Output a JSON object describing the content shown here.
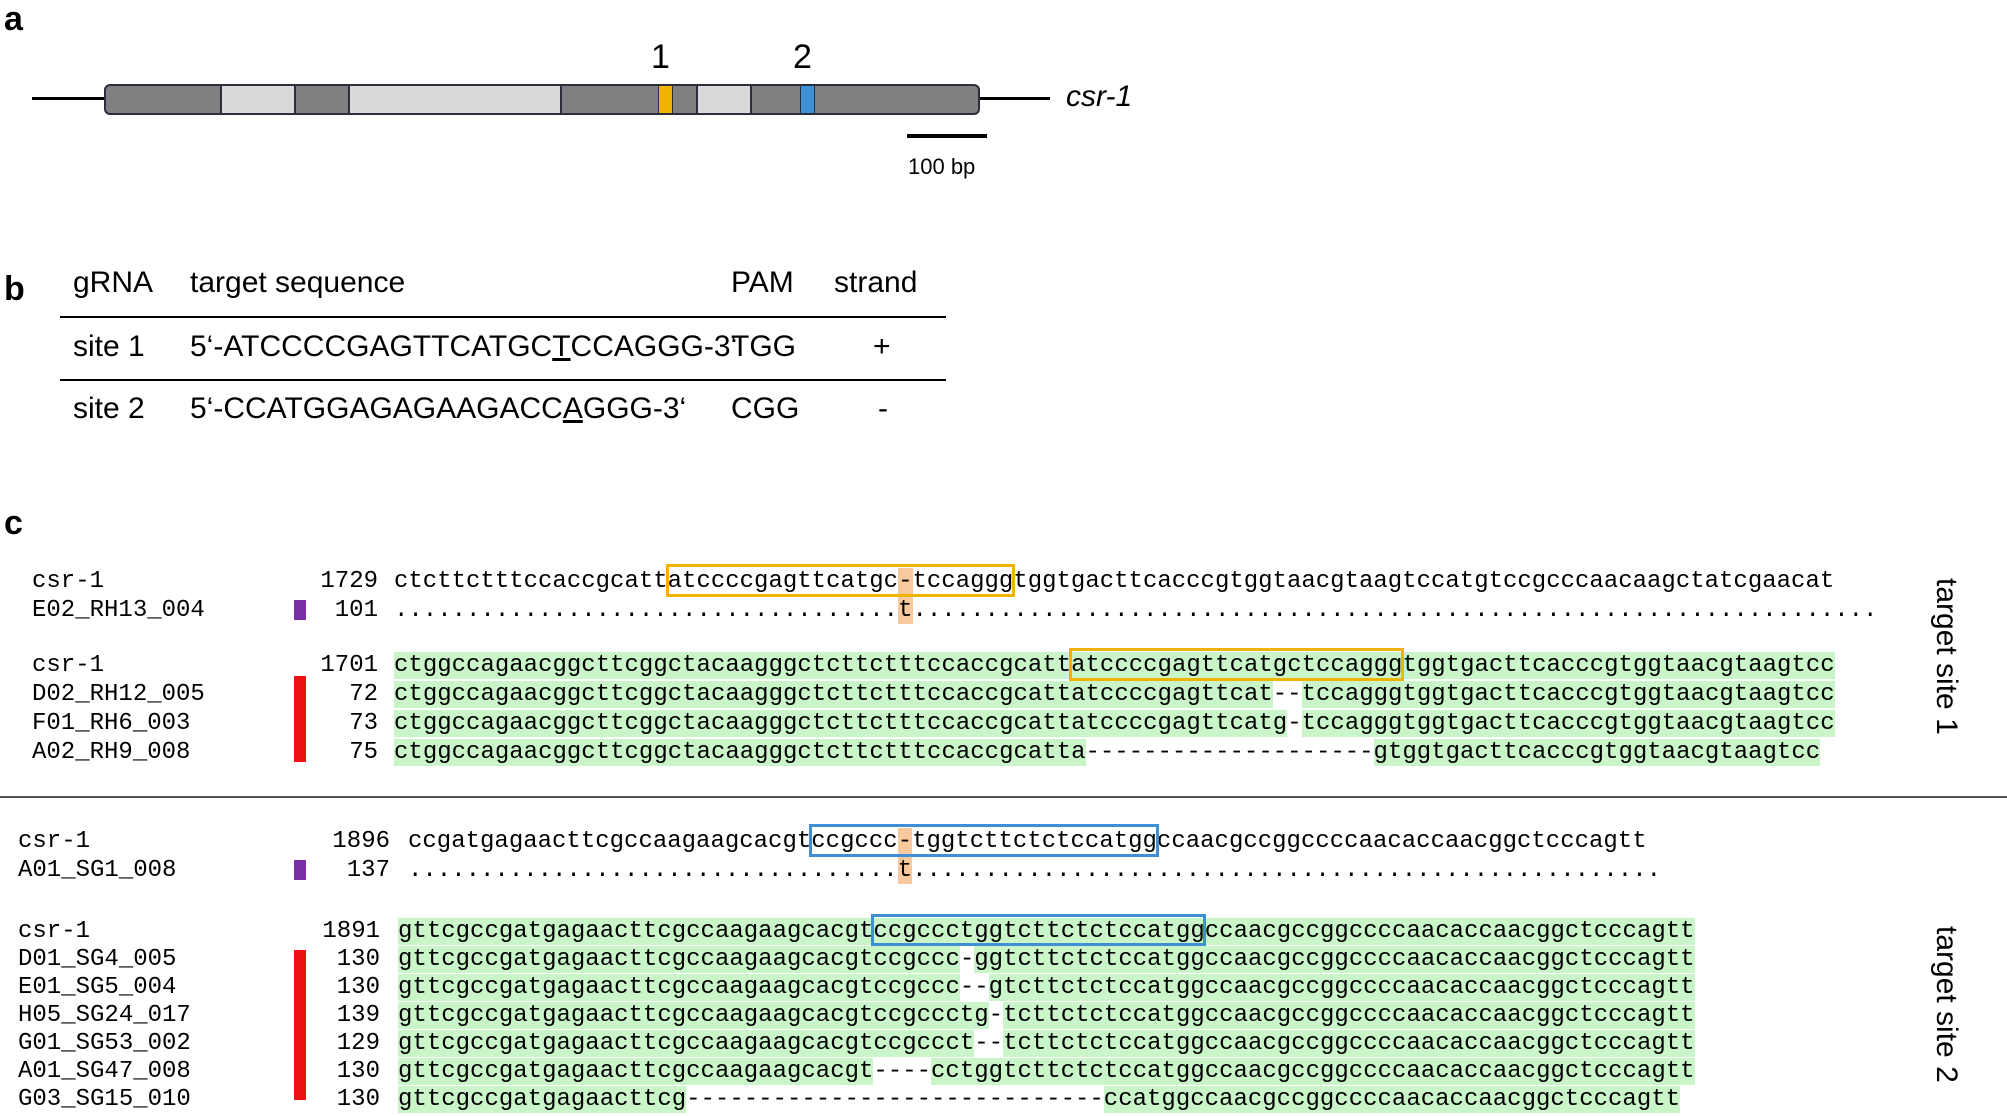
{
  "panels": {
    "a": "a",
    "b": "b",
    "c": "c"
  },
  "gene": {
    "name": "csr-1",
    "site1": "1",
    "site2": "2",
    "scale": "100 bp",
    "colors": {
      "exon": "#808080",
      "intron": "#d9d9d9",
      "site1": "#f0b400",
      "site2": "#3f8fd6"
    }
  },
  "table": {
    "headers": [
      "gRNA",
      "target sequence",
      "PAM",
      "strand"
    ],
    "rows": [
      {
        "grna": "site 1",
        "seq_pre": "5‘-ATCCCCGAGTTCATGC",
        "seq_ul": "T",
        "seq_post": "CCAGGG-3‘",
        "pam": "TGG",
        "strand": "+"
      },
      {
        "grna": "site 2",
        "seq_pre": "5‘-CCATGGAGAGAAGACC",
        "seq_ul": "A",
        "seq_post": "GGG-3‘",
        "pam": "CGG",
        "strand": "-"
      }
    ]
  },
  "alignment": {
    "site1_label": "target site 1",
    "site2_label": "target site 2",
    "colors": {
      "green": "#c9f5c9",
      "orange": "#f8c99e",
      "purple": "#7a2ea8",
      "red": "#ee1111",
      "box1": "#f0b400",
      "box2": "#3f8fd6"
    },
    "block1": [
      {
        "name": "csr-1",
        "num": "1729",
        "seq": "ctcttctttccaccgcattatccccgagttcatgc-tccagggtggtgacttcacccgtggtaacgtaagtccatgtccgcccaacaagctatcgaacat"
      },
      {
        "name": "E02_RH13_004",
        "num": "101",
        "seq": "...................................t..................................................................."
      }
    ],
    "block2": [
      {
        "name": "csr-1",
        "num": "1701",
        "seq": "ctggccagaacggcttcggctacaagggctcttctttccaccgcattatccccgagttcatgctccagggtggtgacttcacccgtggtaacgtaagtcc"
      },
      {
        "name": "D02_RH12_005",
        "num": "72",
        "seq": "ctggccagaacggcttcggctacaagggctcttctttccaccgcattatccccgagttcat--tccagggtggtgacttcacccgtggtaacgtaagtcc"
      },
      {
        "name": "F01_RH6_003",
        "num": "73",
        "seq": "ctggccagaacggcttcggctacaagggctcttctttccaccgcattatccccgagttcatg-tccagggtggtgacttcacccgtggtaacgtaagtcc"
      },
      {
        "name": "A02_RH9_008",
        "num": "75",
        "seq": "ctggccagaacggcttcggctacaagggctcttctttccaccgcatta--------------------gtggtgacttcacccgtggtaacgtaagtcc"
      }
    ],
    "block3": [
      {
        "name": "csr-1",
        "num": "1896",
        "seq": "ccgatgagaacttcgccaagaagcacgtccgccc-tggtcttctctccatggccaacgccggccccaacaccaacggctcccagtt"
      },
      {
        "name": "A01_SG1_008",
        "num": "137",
        "seq": "..................................t...................................................."
      }
    ],
    "block4": [
      {
        "name": "csr-1",
        "num": "1891",
        "seq": "gttcgccgatgagaacttcgccaagaagcacgtccgccctggtcttctctccatggccaacgccggccccaacaccaacggctcccagtt"
      },
      {
        "name": "D01_SG4_005",
        "num": "130",
        "seq": "gttcgccgatgagaacttcgccaagaagcacgtccgccc-ggtcttctctccatggccaacgccggccccaacaccaacggctcccagtt"
      },
      {
        "name": "E01_SG5_004",
        "num": "130",
        "seq": "gttcgccgatgagaacttcgccaagaagcacgtccgccc--gtcttctctccatggccaacgccggccccaacaccaacggctcccagtt"
      },
      {
        "name": "H05_SG24_017",
        "num": "139",
        "seq": "gttcgccgatgagaacttcgccaagaagcacgtccgccctg-tcttctctccatggccaacgccggccccaacaccaacggctcccagtt"
      },
      {
        "name": "G01_SG53_002",
        "num": "129",
        "seq": "gttcgccgatgagaacttcgccaagaagcacgtccgccct--tcttctctccatggccaacgccggccccaacaccaacggctcccagtt"
      },
      {
        "name": "A01_SG47_008",
        "num": "130",
        "seq": "gttcgccgatgagaacttcgccaagaagcacgt----cctggtcttctctccatggccaacgccggccccaacaccaacggctcccagtt"
      },
      {
        "name": "G03_SG15_010",
        "num": "130",
        "seq": "gttcgccgatgagaacttcg-----------------------------ccatggccaacgccggccccaacaccaacggctcccagtt"
      }
    ]
  }
}
